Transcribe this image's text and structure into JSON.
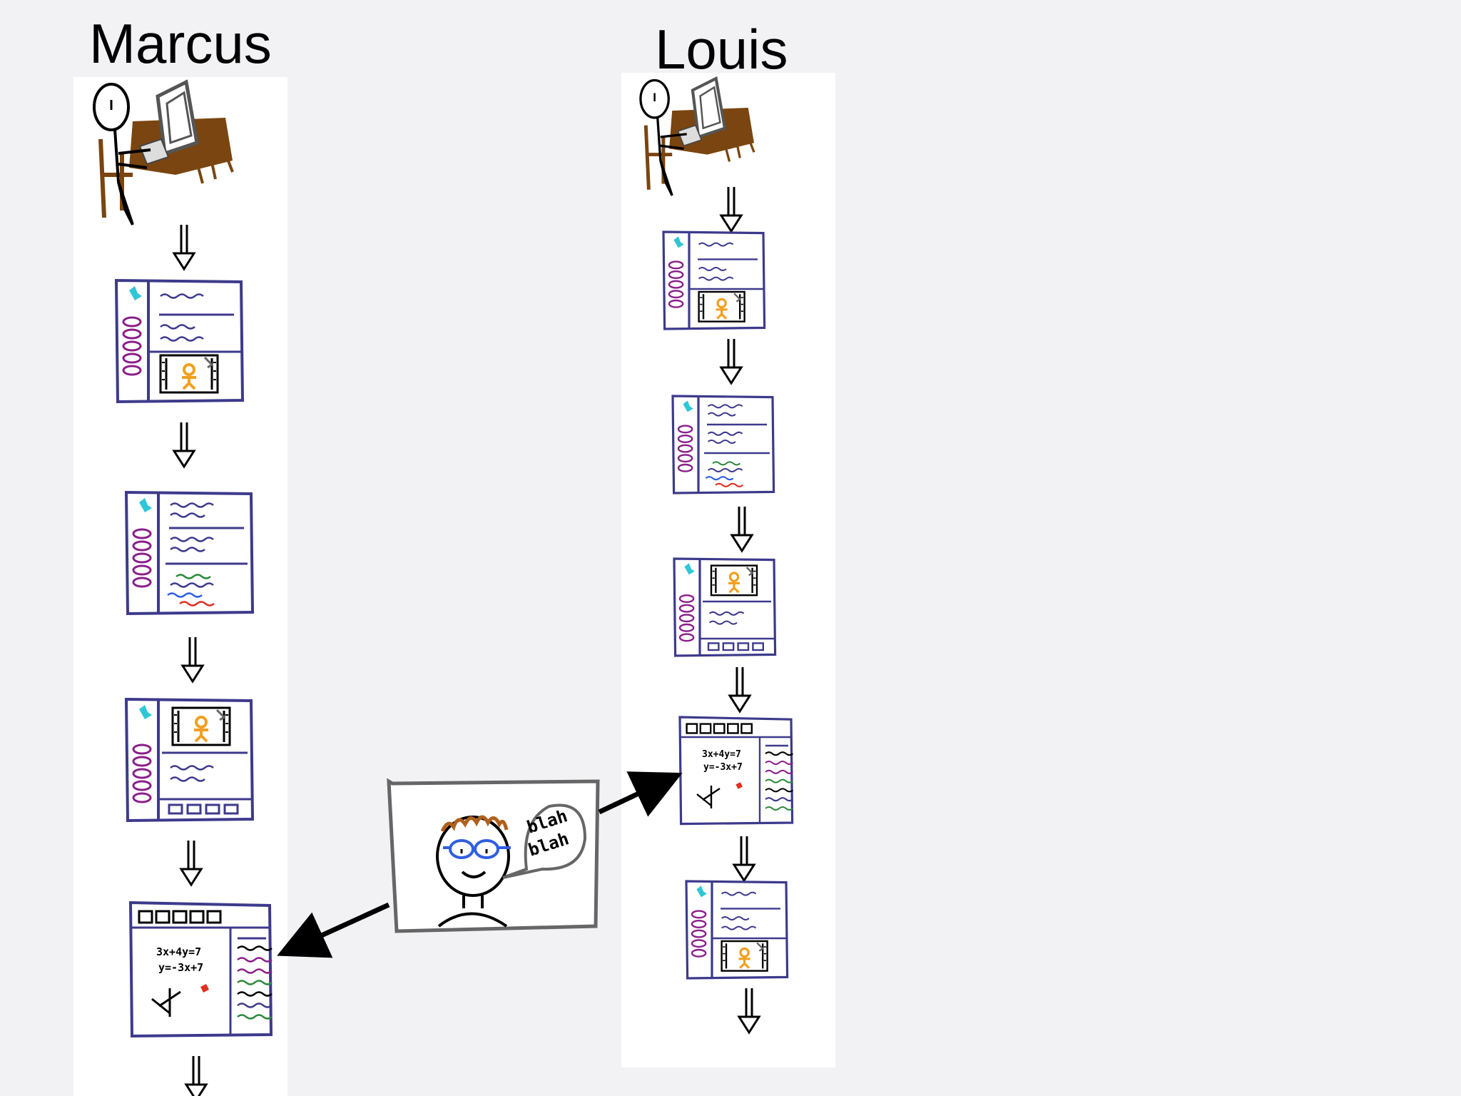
{
  "columns": [
    {
      "name": "Marcus",
      "frames": [
        "person-at-desk",
        "page-text-top-video-bottom",
        "page-text-colored-lines",
        "page-video-top-text-bottom",
        "page-equations-board"
      ]
    },
    {
      "name": "Louis",
      "frames": [
        "person-at-desk",
        "page-text-top-video-bottom",
        "page-text-colored-lines",
        "page-video-top-text-bottom",
        "page-equations-board",
        "page-text-top-video-bottom"
      ]
    }
  ],
  "teacher_card": {
    "speech": [
      "blah",
      "blah"
    ]
  },
  "equations": [
    "3x+4y=7",
    "y=-3x+7"
  ],
  "colors": {
    "frame": "#3d3a8c",
    "sidebar": "#8a1f8a",
    "cyan": "#2fc6d8",
    "video_figure": "#f0a020",
    "desk": "#7a4510",
    "hair": "#b0601a",
    "glasses": "#2f5fe0",
    "red": "#e03020",
    "green": "#2a8a3a"
  }
}
